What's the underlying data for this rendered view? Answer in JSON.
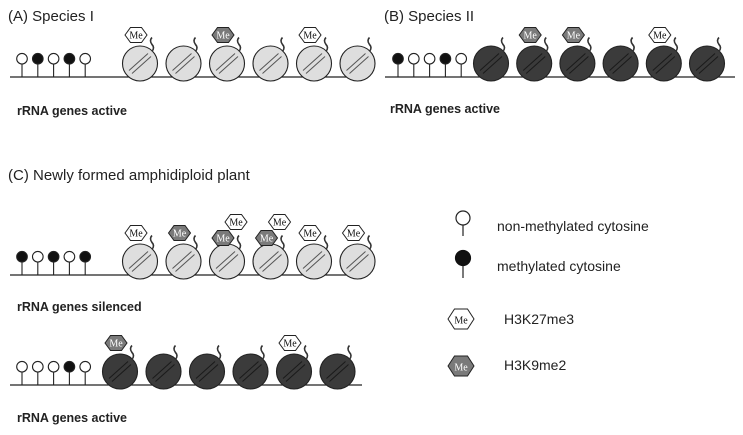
{
  "panels": {
    "a_title": "(A) Species I",
    "b_title": "(B) Species II",
    "c_title": "(C) Newly formed amphidiploid plant"
  },
  "row_labels": {
    "a": "rRNA genes active",
    "b": "rRNA genes active",
    "c1": "rRNA genes silenced",
    "c2": "rRNA genes active"
  },
  "legend": {
    "non_methylated": "non-methylated cytosine",
    "methylated": "methylated cytosine",
    "h3k27": "H3K27me3",
    "h3k9": "H3K9me2",
    "me_text": "Me"
  },
  "colors": {
    "light_nucleosome": "#dedede",
    "dark_nucleosome": "#3b3b3b",
    "h3k9_fill": "#7a7a7a",
    "line": "#222222"
  },
  "rows": [
    {
      "id": "a",
      "cytosines": [
        "open",
        "filled",
        "open",
        "filled",
        "open"
      ],
      "nucleosomes": [
        "light",
        "light",
        "light",
        "light",
        "light",
        "light"
      ],
      "marks": [
        [
          "k27"
        ],
        [],
        [
          "k9"
        ],
        [],
        [
          "k27"
        ],
        []
      ]
    },
    {
      "id": "b",
      "cytosines": [
        "filled",
        "open",
        "open",
        "filled",
        "open"
      ],
      "nucleosomes": [
        "dark",
        "dark",
        "dark",
        "dark",
        "dark",
        "dark"
      ],
      "marks": [
        [],
        [
          "k9"
        ],
        [
          "k9"
        ],
        [],
        [
          "k27"
        ],
        []
      ]
    },
    {
      "id": "c1",
      "cytosines": [
        "filled",
        "open",
        "filled",
        "open",
        "filled"
      ],
      "nucleosomes": [
        "light",
        "light",
        "light",
        "light",
        "light",
        "light"
      ],
      "marks": [
        [
          "k27"
        ],
        [
          "k9"
        ],
        [
          "k9",
          "k27"
        ],
        [
          "k9",
          "k27"
        ],
        [
          "k27"
        ],
        [
          "k27"
        ]
      ]
    },
    {
      "id": "c2",
      "cytosines": [
        "open",
        "open",
        "open",
        "filled",
        "open"
      ],
      "nucleosomes": [
        "dark",
        "dark",
        "dark",
        "dark",
        "dark",
        "dark"
      ],
      "marks": [
        [
          "k9"
        ],
        [],
        [],
        [],
        [
          "k27"
        ],
        []
      ]
    }
  ]
}
